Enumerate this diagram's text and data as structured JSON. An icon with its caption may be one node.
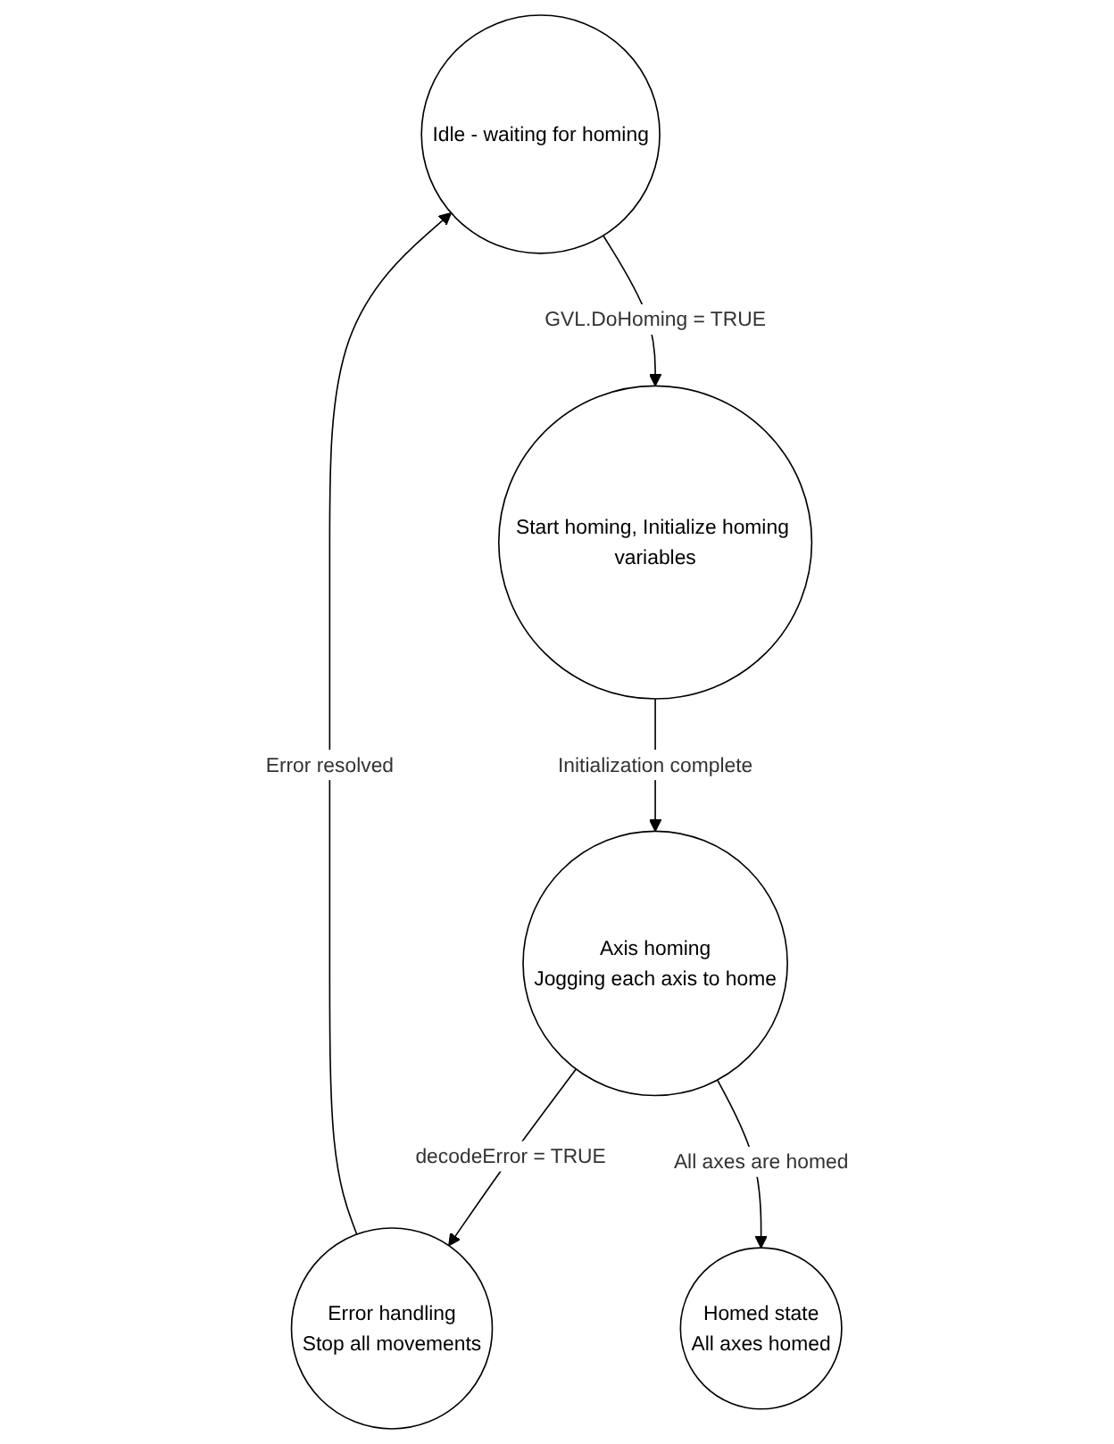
{
  "diagram": {
    "nodes": [
      {
        "text": [
          "Idle - waiting for homing"
        ]
      },
      {
        "text": [
          "Start homing, Initialize homing variables"
        ]
      },
      {
        "text": [
          "Axis homing",
          "Jogging each axis to home"
        ]
      },
      {
        "text": [
          "Error handling",
          "Stop all movements"
        ]
      },
      {
        "text": [
          "Homed state",
          "All axes homed"
        ]
      }
    ],
    "edges": [
      {
        "from": 0,
        "to": 1,
        "arrow": "to",
        "label": "GVL.DoHoming = TRUE"
      },
      {
        "from": 1,
        "to": 2,
        "arrow": "to",
        "label": "Initialization complete"
      },
      {
        "from": 2,
        "to": 3,
        "arrow": "to",
        "label": "decodeError = TRUE"
      },
      {
        "from": 3,
        "to": 0,
        "arrow": "to",
        "label": "Error resolved"
      },
      {
        "from": 2,
        "to": 4,
        "arrow": "to",
        "label": "All axes are homed"
      }
    ]
  }
}
